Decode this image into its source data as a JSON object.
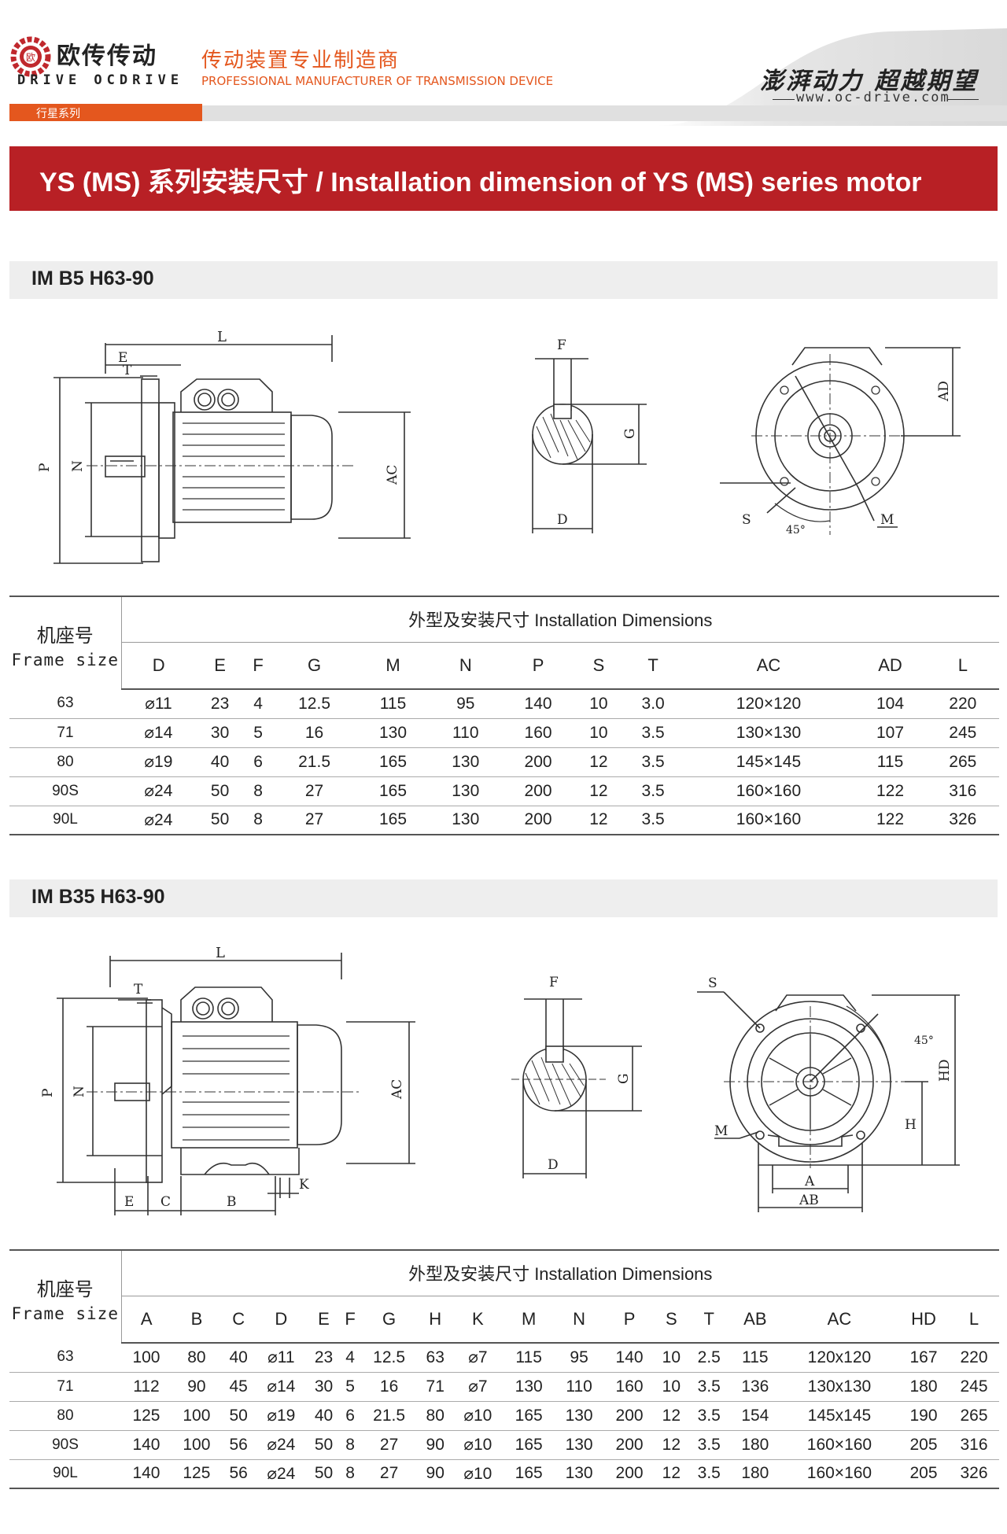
{
  "header": {
    "brand_cn": "欧传传动",
    "brand_en": "DRIVE OCDRIVE",
    "tagline_cn": "传动装置专业制造商",
    "tagline_en": "PROFESSIONAL MANUFACTURER OF TRANSMISSION DEVICE",
    "slogan_cn": "澎湃动力 超越期望",
    "website": "www.oc-drive.com",
    "series_tab": "行星系列"
  },
  "title": "YS (MS) 系列安装尺寸 / Installation dimension of YS (MS) series motor",
  "section1": {
    "heading": "IM B5 H63-90",
    "drawing_labels": {
      "L": "L",
      "E": "E",
      "T": "T",
      "P": "P",
      "N": "N",
      "AC": "AC",
      "F": "F",
      "G": "G",
      "D": "D",
      "AD": "AD",
      "S": "S",
      "M": "M",
      "angle": "45°"
    },
    "table": {
      "frame_cn": "机座号",
      "frame_en": "Frame size",
      "title": "外型及安装尺寸  Installation Dimensions",
      "columns": [
        "D",
        "E",
        "F",
        "G",
        "M",
        "N",
        "P",
        "S",
        "T",
        "AC",
        "AD",
        "L"
      ],
      "rows": [
        [
          "63",
          "⌀11",
          "23",
          "4",
          "12.5",
          "115",
          "95",
          "140",
          "10",
          "3.0",
          "120×120",
          "104",
          "220"
        ],
        [
          "71",
          "⌀14",
          "30",
          "5",
          "16",
          "130",
          "110",
          "160",
          "10",
          "3.5",
          "130×130",
          "107",
          "245"
        ],
        [
          "80",
          "⌀19",
          "40",
          "6",
          "21.5",
          "165",
          "130",
          "200",
          "12",
          "3.5",
          "145×145",
          "115",
          "265"
        ],
        [
          "90S",
          "⌀24",
          "50",
          "8",
          "27",
          "165",
          "130",
          "200",
          "12",
          "3.5",
          "160×160",
          "122",
          "316"
        ],
        [
          "90L",
          "⌀24",
          "50",
          "8",
          "27",
          "165",
          "130",
          "200",
          "12",
          "3.5",
          "160×160",
          "122",
          "326"
        ]
      ]
    }
  },
  "section2": {
    "heading": "IM B35 H63-90",
    "drawing_labels": {
      "L": "L",
      "T": "T",
      "P": "P",
      "N": "N",
      "AC": "AC",
      "E": "E",
      "C": "C",
      "B": "B",
      "K": "K",
      "F": "F",
      "G": "G",
      "D": "D",
      "S": "S",
      "angle": "45°",
      "HD": "HD",
      "H": "H",
      "M": "M",
      "A": "A",
      "AB": "AB"
    },
    "table": {
      "frame_cn": "机座号",
      "frame_en": "Frame size",
      "title": "外型及安装尺寸  Installation Dimensions",
      "columns": [
        "A",
        "B",
        "C",
        "D",
        "E",
        "F",
        "G",
        "H",
        "K",
        "M",
        "N",
        "P",
        "S",
        "T",
        "AB",
        "AC",
        "HD",
        "L"
      ],
      "rows": [
        [
          "63",
          "100",
          "80",
          "40",
          "⌀11",
          "23",
          "4",
          "12.5",
          "63",
          "⌀7",
          "115",
          "95",
          "140",
          "10",
          "2.5",
          "115",
          "120x120",
          "167",
          "220"
        ],
        [
          "71",
          "112",
          "90",
          "45",
          "⌀14",
          "30",
          "5",
          "16",
          "71",
          "⌀7",
          "130",
          "110",
          "160",
          "10",
          "3.5",
          "136",
          "130x130",
          "180",
          "245"
        ],
        [
          "80",
          "125",
          "100",
          "50",
          "⌀19",
          "40",
          "6",
          "21.5",
          "80",
          "⌀10",
          "165",
          "130",
          "200",
          "12",
          "3.5",
          "154",
          "145x145",
          "190",
          "265"
        ],
        [
          "90S",
          "140",
          "100",
          "56",
          "⌀24",
          "50",
          "8",
          "27",
          "90",
          "⌀10",
          "165",
          "130",
          "200",
          "12",
          "3.5",
          "180",
          "160×160",
          "205",
          "316"
        ],
        [
          "90L",
          "140",
          "125",
          "56",
          "⌀24",
          "50",
          "8",
          "27",
          "90",
          "⌀10",
          "165",
          "130",
          "200",
          "12",
          "3.5",
          "180",
          "160×160",
          "205",
          "326"
        ]
      ]
    }
  }
}
